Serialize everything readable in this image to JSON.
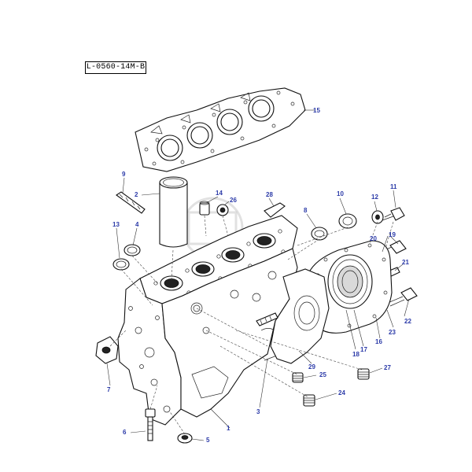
{
  "reference_code": "L-0560-14M-B",
  "callouts": {
    "c1": "1",
    "c2": "2",
    "c3": "3",
    "c4": "4",
    "c5": "5",
    "c6": "6",
    "c7": "7",
    "c8": "8",
    "c9": "9",
    "c10": "10",
    "c11": "11",
    "c12": "12",
    "c13": "13",
    "c14": "14",
    "c15": "15",
    "c16": "16",
    "c17": "17",
    "c18": "18",
    "c19": "19",
    "c20": "20",
    "c21": "21",
    "c22": "22",
    "c23": "23",
    "c24": "24",
    "c25": "25",
    "c26": "26",
    "c27": "27",
    "c28": "28",
    "c29": "29"
  },
  "colors": {
    "callout": "#2b3aa8",
    "line": "#111111",
    "watermark": "#c8c8c8"
  }
}
